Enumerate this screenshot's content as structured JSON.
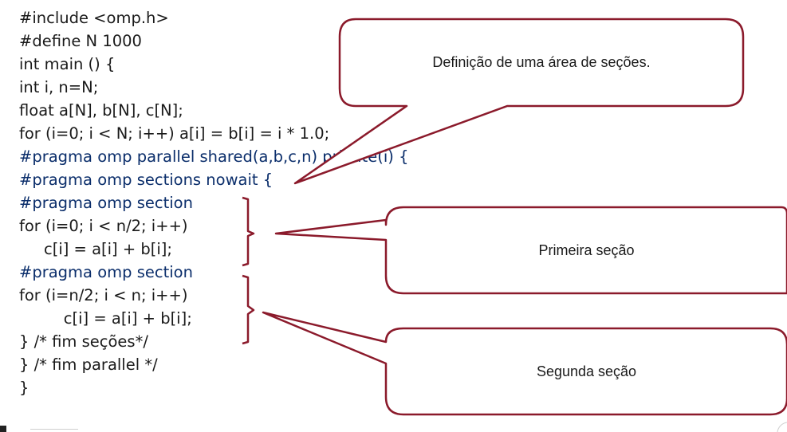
{
  "code_lines": [
    {
      "text": "#include <omp.h>",
      "kind": "plain"
    },
    {
      "text": "#define N 1000",
      "kind": "plain"
    },
    {
      "text": "int main () {",
      "kind": "plain"
    },
    {
      "text": "int i, n=N;",
      "kind": "plain"
    },
    {
      "text": "float a[N], b[N], c[N];",
      "kind": "plain"
    },
    {
      "text": "for (i=0; i < N; i++) a[i] = b[i] = i * 1.0;",
      "kind": "plain"
    },
    {
      "text": "#pragma omp parallel shared(a,b,c,n) private(i) {",
      "kind": "pragma"
    },
    {
      "text": "#pragma omp sections nowait {",
      "kind": "pragma"
    },
    {
      "text": "#pragma omp section",
      "kind": "pragma"
    },
    {
      "text": "for (i=0; i < n/2; i++)",
      "kind": "plain"
    },
    {
      "text": "     c[i] = a[i] + b[i];",
      "kind": "plain"
    },
    {
      "text": "#pragma omp section",
      "kind": "pragma"
    },
    {
      "text": "for (i=n/2; i < n; i++)",
      "kind": "plain"
    },
    {
      "text": "         c[i] = a[i] + b[i];",
      "kind": "plain"
    },
    {
      "text": "} /* fim seções*/",
      "kind": "plain"
    },
    {
      "text": "} /* fim parallel */",
      "kind": "plain"
    },
    {
      "text": "}",
      "kind": "plain"
    }
  ],
  "callouts": {
    "sections_area": "Definição de uma área de seções.",
    "first_section": "Primeira seção",
    "second_section": "Segunda seção"
  },
  "colors": {
    "callout_border": "#8b1a2b",
    "pragma_text": "#0b2e6b",
    "code_text": "#1a1a1a"
  }
}
